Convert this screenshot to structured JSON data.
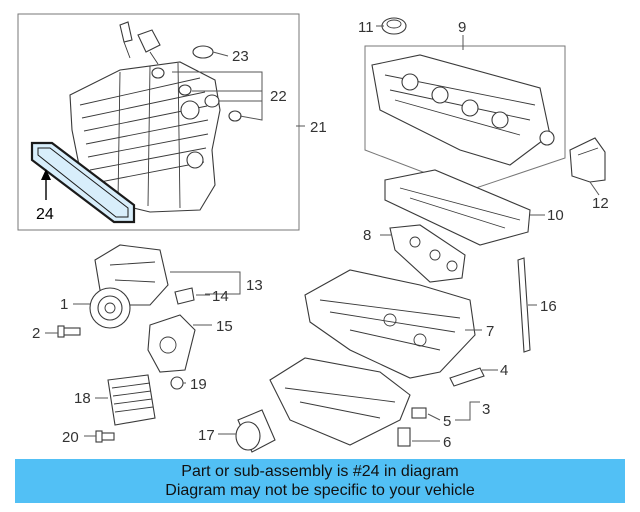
{
  "colors": {
    "highlight_fill": "#d8eefb",
    "highlight_stroke": "#1a1a1a",
    "footer_bg": "#52c0f5",
    "line": "#3a3a3a"
  },
  "callouts": [
    "1",
    "2",
    "3",
    "4",
    "5",
    "6",
    "7",
    "8",
    "9",
    "10",
    "11",
    "12",
    "13",
    "14",
    "15",
    "16",
    "17",
    "18",
    "19",
    "20",
    "21",
    "22",
    "23",
    "24"
  ],
  "highlighted_part": "24",
  "footer": {
    "line1": "Part or sub-assembly is #24 in diagram",
    "line2": "Diagram may not be specific to your vehicle"
  }
}
